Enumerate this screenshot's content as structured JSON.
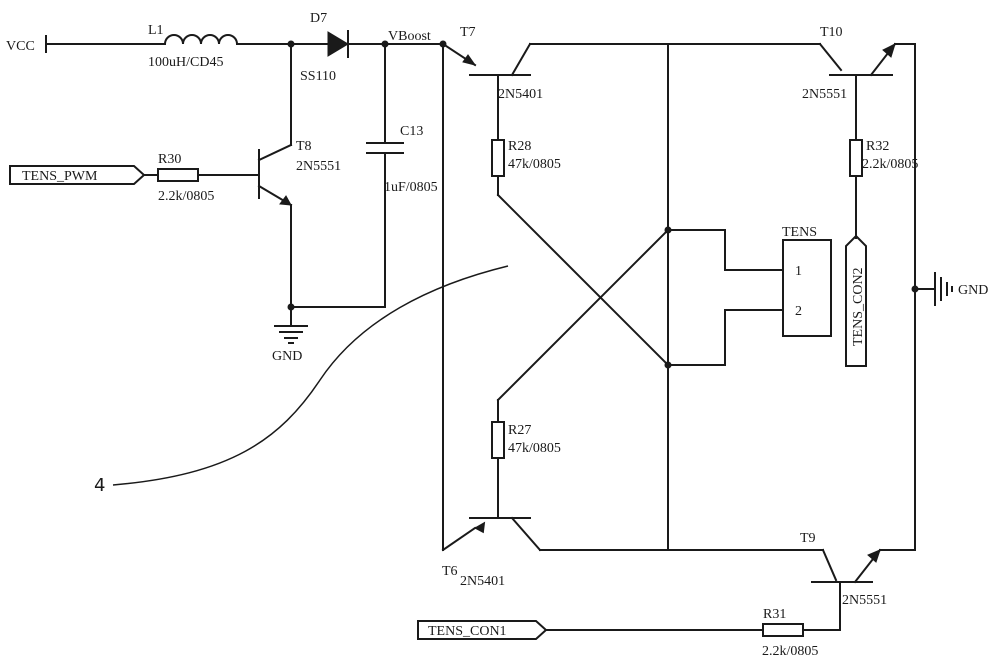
{
  "nets": {
    "vcc": "VCC",
    "vboost": "VBoost",
    "gnd_left": "GND",
    "gnd_right": "GND",
    "tens_pwm": "TENS_PWM",
    "tens_con1": "TENS_CON1",
    "tens_con2": "TENS_CON2"
  },
  "components": {
    "l1": {
      "ref": "L1",
      "value": "100uH/CD45"
    },
    "d7": {
      "ref": "D7",
      "value": "SS110"
    },
    "c13": {
      "ref": "C13",
      "value": "1uF/0805"
    },
    "t8": {
      "ref": "T8",
      "value": "2N5551"
    },
    "r30": {
      "ref": "R30",
      "value": "2.2k/0805"
    },
    "t7": {
      "ref": "T7",
      "value": "2N5401"
    },
    "t10": {
      "ref": "T10",
      "value": "2N5551"
    },
    "r28": {
      "ref": "R28",
      "value": "47k/0805"
    },
    "r32": {
      "ref": "R32",
      "value": "2.2k/0805"
    },
    "tens": {
      "ref": "TENS",
      "pin1": "1",
      "pin2": "2"
    },
    "r27": {
      "ref": "R27",
      "value": "47k/0805"
    },
    "t6": {
      "ref": "T6",
      "value": "2N5401"
    },
    "t9": {
      "ref": "T9",
      "value": "2N5551"
    },
    "r31": {
      "ref": "R31",
      "value": "2.2k/0805"
    }
  },
  "annotation": {
    "callout": "4"
  }
}
